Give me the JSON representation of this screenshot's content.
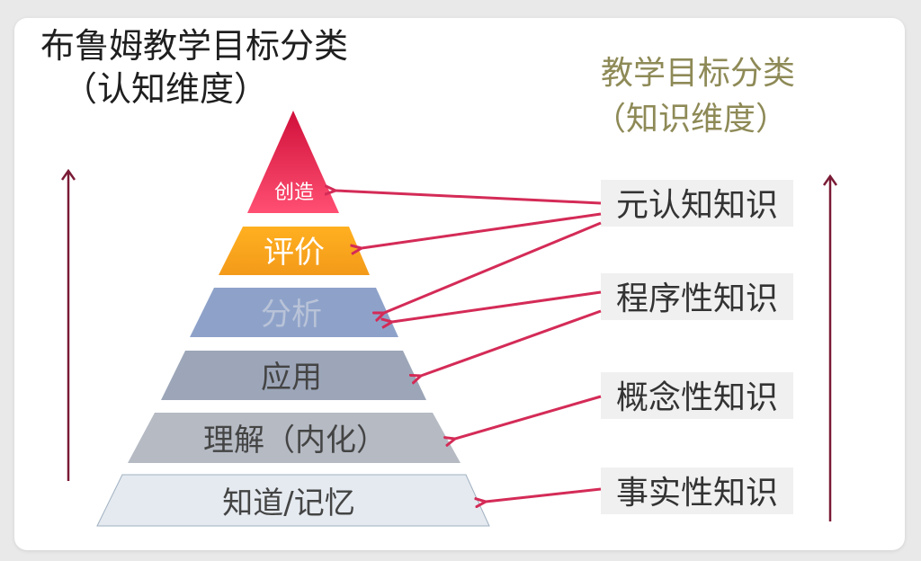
{
  "left_title": {
    "line1": "布鲁姆教学目标分类",
    "line2": "（认知维度）"
  },
  "right_title": {
    "line1": "教学目标分类",
    "line2": "（知识维度）"
  },
  "pyramid": {
    "levels": [
      {
        "label": "创造",
        "color": "#e11d48"
      },
      {
        "label": "评价",
        "color": "#f5a524"
      },
      {
        "label": "分析",
        "color": "#8ea2c9"
      },
      {
        "label": "应用",
        "color": "#9ca6b8"
      },
      {
        "label": "理解（内化）",
        "color": "#b5bac3"
      },
      {
        "label": "知道/记忆",
        "color": "#e5eaf0"
      }
    ]
  },
  "knowledge": {
    "items": [
      {
        "label": "元认知知识"
      },
      {
        "label": "程序性知识"
      },
      {
        "label": "概念性知识"
      },
      {
        "label": "事实性知识"
      }
    ]
  },
  "colors": {
    "arrow": "#d42b57",
    "axis_arrow": "#7a1b36",
    "label_box": "#f0f0f0"
  }
}
